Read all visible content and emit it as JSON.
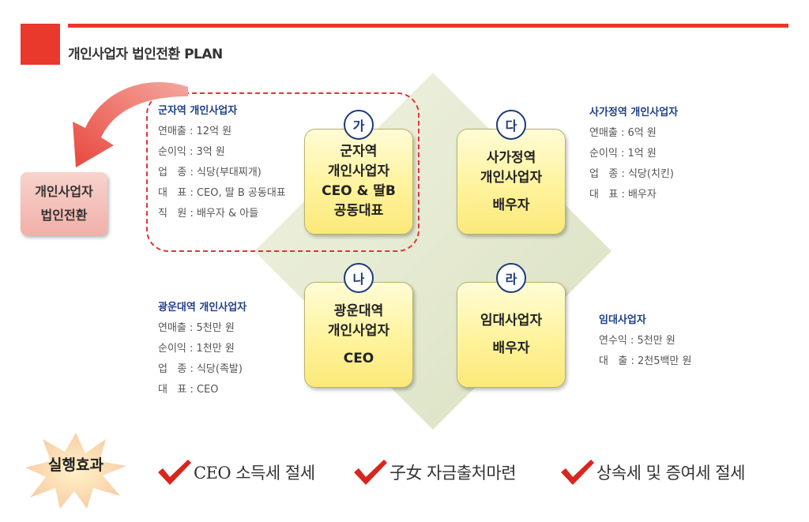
{
  "header": {
    "title": "개인사업자 법인전환 PLAN"
  },
  "corp_box": {
    "line1": "개인사업자",
    "line2": "법인전환"
  },
  "boxes": {
    "ga": {
      "circle": "가",
      "l1": "군자역",
      "l2": "개인사업자",
      "l3": "CEO & 딸B",
      "l4": "공동대표"
    },
    "na": {
      "circle": "나",
      "l1": "광운대역",
      "l2": "개인사업자",
      "l3": "CEO"
    },
    "da": {
      "circle": "다",
      "l1": "사가정역",
      "l2": "개인사업자",
      "l3": "배우자"
    },
    "ra": {
      "circle": "라",
      "l1": "임대사업자",
      "l2": "배우자"
    }
  },
  "info": {
    "gunja": {
      "title": "군자역 개인사업자",
      "rows": [
        "연매출 : 12억 원",
        "순이익 : 3억 원",
        "업   종 : 식당(부대찌개)",
        "대   표 : CEO, 딸 B 공동대표",
        "직   원 : 배우자 & 아들"
      ]
    },
    "sagajeong": {
      "title": "사가정역 개인사업자",
      "rows": [
        "연매출 : 6억 원",
        "순이익 : 1억 원",
        "업   종 : 식당(치킨)",
        "대   표 : 배우자"
      ]
    },
    "gwangun": {
      "title": "광운대역 개인사업자",
      "rows": [
        "연매출 : 5천만 원",
        "순이익 : 1천만 원",
        "업   종 : 식당(족발)",
        "대   표 : CEO"
      ]
    },
    "imdae": {
      "title": "임대사업자",
      "rows": [
        "연수익 : 5천만 원",
        "대   출 : 2천5백만 원"
      ]
    }
  },
  "effects": {
    "label": "실행효과",
    "items": [
      "CEO 소득세 절세",
      "子女 자금출처마련",
      "상속세 및 증여세 절세"
    ]
  },
  "colors": {
    "accent": "#e8392c",
    "navy": "#1f3f86",
    "box_fill": "#fff39c",
    "diamond": "#e2e8cd"
  }
}
